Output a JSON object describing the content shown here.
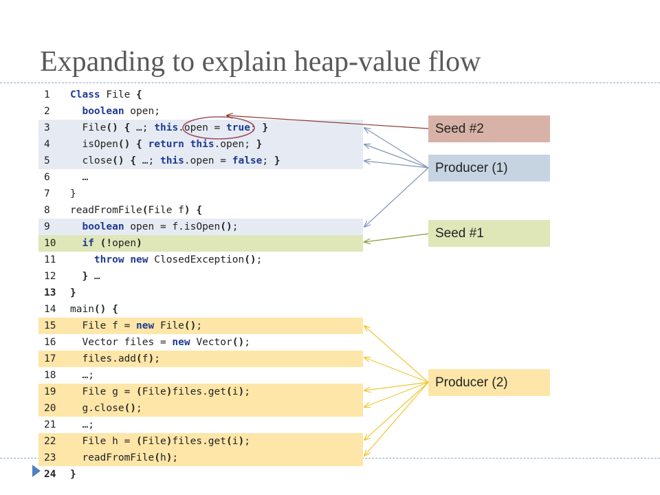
{
  "slide": {
    "title": "Expanding to explain heap-value flow"
  },
  "code": [
    {
      "num": "1",
      "tokens": [
        {
          "t": "Class",
          "c": "kw"
        },
        {
          "t": " File "
        },
        {
          "t": "{",
          "c": "op"
        }
      ],
      "hl": "",
      "bold": false
    },
    {
      "num": "2",
      "tokens": [
        {
          "t": "  "
        },
        {
          "t": "boolean",
          "c": "kw"
        },
        {
          "t": " open;"
        }
      ],
      "hl": "",
      "bold": false
    },
    {
      "num": "3",
      "tokens": [
        {
          "t": "  File"
        },
        {
          "t": "()",
          "c": "op"
        },
        {
          "t": " "
        },
        {
          "t": "{",
          "c": "op"
        },
        {
          "t": " …; "
        },
        {
          "t": "this",
          "c": "kw"
        },
        {
          "t": ".open = "
        },
        {
          "t": "true",
          "c": "kw"
        },
        {
          "t": "; "
        },
        {
          "t": "}",
          "c": "op"
        }
      ],
      "hl": "blue",
      "bold": false
    },
    {
      "num": "4",
      "tokens": [
        {
          "t": "  isOpen"
        },
        {
          "t": "()",
          "c": "op"
        },
        {
          "t": " "
        },
        {
          "t": "{",
          "c": "op"
        },
        {
          "t": " "
        },
        {
          "t": "return",
          "c": "kw"
        },
        {
          "t": " "
        },
        {
          "t": "this",
          "c": "kw"
        },
        {
          "t": ".open; "
        },
        {
          "t": "}",
          "c": "op"
        }
      ],
      "hl": "blue",
      "bold": false
    },
    {
      "num": "5",
      "tokens": [
        {
          "t": "  close"
        },
        {
          "t": "()",
          "c": "op"
        },
        {
          "t": " "
        },
        {
          "t": "{",
          "c": "op"
        },
        {
          "t": " …; "
        },
        {
          "t": "this",
          "c": "kw"
        },
        {
          "t": ".open = "
        },
        {
          "t": "false",
          "c": "kw"
        },
        {
          "t": "; "
        },
        {
          "t": "}",
          "c": "op"
        }
      ],
      "hl": "blue",
      "bold": false
    },
    {
      "num": "6",
      "tokens": [
        {
          "t": "  …"
        }
      ],
      "hl": "",
      "bold": false
    },
    {
      "num": "7",
      "tokens": [
        {
          "t": "}"
        }
      ],
      "hl": "",
      "bold": false
    },
    {
      "num": "8",
      "tokens": [
        {
          "t": "readFromFile"
        },
        {
          "t": "(",
          "c": "op"
        },
        {
          "t": "File f"
        },
        {
          "t": ")",
          "c": "op"
        },
        {
          "t": " "
        },
        {
          "t": "{",
          "c": "op"
        }
      ],
      "hl": "",
      "bold": false
    },
    {
      "num": "9",
      "tokens": [
        {
          "t": "  "
        },
        {
          "t": "boolean",
          "c": "kw"
        },
        {
          "t": " open = f.isOpen"
        },
        {
          "t": "()",
          "c": "op"
        },
        {
          "t": ";"
        }
      ],
      "hl": "blue",
      "bold": false
    },
    {
      "num": "10",
      "tokens": [
        {
          "t": "  "
        },
        {
          "t": "if",
          "c": "kw"
        },
        {
          "t": " "
        },
        {
          "t": "(!",
          "c": "op"
        },
        {
          "t": "open"
        },
        {
          "t": ")",
          "c": "op"
        }
      ],
      "hl": "green",
      "bold": false
    },
    {
      "num": "11",
      "tokens": [
        {
          "t": "    "
        },
        {
          "t": "throw",
          "c": "kw"
        },
        {
          "t": " "
        },
        {
          "t": "new",
          "c": "kw"
        },
        {
          "t": " ClosedException"
        },
        {
          "t": "()",
          "c": "op"
        },
        {
          "t": ";"
        }
      ],
      "hl": "",
      "bold": false
    },
    {
      "num": "12",
      "tokens": [
        {
          "t": "  "
        },
        {
          "t": "}",
          "c": "op"
        },
        {
          "t": " …"
        }
      ],
      "hl": "",
      "bold": false
    },
    {
      "num": "13",
      "tokens": [
        {
          "t": "}",
          "c": "op"
        }
      ],
      "hl": "",
      "bold": true
    },
    {
      "num": "14",
      "tokens": [
        {
          "t": "main"
        },
        {
          "t": "()",
          "c": "op"
        },
        {
          "t": " "
        },
        {
          "t": "{",
          "c": "op"
        }
      ],
      "hl": "",
      "bold": false
    },
    {
      "num": "15",
      "tokens": [
        {
          "t": "  File f = "
        },
        {
          "t": "new",
          "c": "kw"
        },
        {
          "t": " File"
        },
        {
          "t": "()",
          "c": "op"
        },
        {
          "t": ";"
        }
      ],
      "hl": "orange",
      "bold": false
    },
    {
      "num": "16",
      "tokens": [
        {
          "t": "  Vector files = "
        },
        {
          "t": "new",
          "c": "kw"
        },
        {
          "t": " Vector"
        },
        {
          "t": "()",
          "c": "op"
        },
        {
          "t": ";"
        }
      ],
      "hl": "",
      "bold": false
    },
    {
      "num": "17",
      "tokens": [
        {
          "t": "  files.add"
        },
        {
          "t": "(",
          "c": "op"
        },
        {
          "t": "f"
        },
        {
          "t": ")",
          "c": "op"
        },
        {
          "t": ";"
        }
      ],
      "hl": "orange",
      "bold": false
    },
    {
      "num": "18",
      "tokens": [
        {
          "t": "  …;"
        }
      ],
      "hl": "",
      "bold": false
    },
    {
      "num": "19",
      "tokens": [
        {
          "t": "  File g = "
        },
        {
          "t": "(",
          "c": "op"
        },
        {
          "t": "File"
        },
        {
          "t": ")",
          "c": "op"
        },
        {
          "t": "files.get"
        },
        {
          "t": "(",
          "c": "op"
        },
        {
          "t": "i"
        },
        {
          "t": ")",
          "c": "op"
        },
        {
          "t": ";"
        }
      ],
      "hl": "orange",
      "bold": false
    },
    {
      "num": "20",
      "tokens": [
        {
          "t": "  g.close"
        },
        {
          "t": "()",
          "c": "op"
        },
        {
          "t": ";"
        }
      ],
      "hl": "orange",
      "bold": false
    },
    {
      "num": "21",
      "tokens": [
        {
          "t": "  …;"
        }
      ],
      "hl": "",
      "bold": false
    },
    {
      "num": "22",
      "tokens": [
        {
          "t": "  File h = "
        },
        {
          "t": "(",
          "c": "op"
        },
        {
          "t": "File"
        },
        {
          "t": ")",
          "c": "op"
        },
        {
          "t": "files.get"
        },
        {
          "t": "(",
          "c": "op"
        },
        {
          "t": "i"
        },
        {
          "t": ")",
          "c": "op"
        },
        {
          "t": ";"
        }
      ],
      "hl": "orange",
      "bold": false
    },
    {
      "num": "23",
      "tokens": [
        {
          "t": "  readFromFile"
        },
        {
          "t": "(",
          "c": "op"
        },
        {
          "t": "h"
        },
        {
          "t": ")",
          "c": "op"
        },
        {
          "t": ";"
        }
      ],
      "hl": "orange",
      "bold": false
    },
    {
      "num": "24",
      "tokens": [
        {
          "t": "}",
          "c": "op"
        }
      ],
      "hl": "",
      "bold": true
    }
  ],
  "labels": {
    "seed2": {
      "text": "Seed #2",
      "color": "#d8b2a6"
    },
    "producer1": {
      "text": "Producer (1)",
      "color": "#c6d4e2"
    },
    "seed1": {
      "text": "Seed #1",
      "color": "#dfe6b8"
    },
    "producer2": {
      "text": "Producer (2)",
      "color": "#fde6a8"
    }
  },
  "colors": {
    "accent": "#4f81bd",
    "seed2_arrow": "#8b3a2b",
    "producer1_arrow": "#7f95b8",
    "seed1_arrow": "#8a9a3a",
    "producer2_arrow": "#f2c530"
  }
}
